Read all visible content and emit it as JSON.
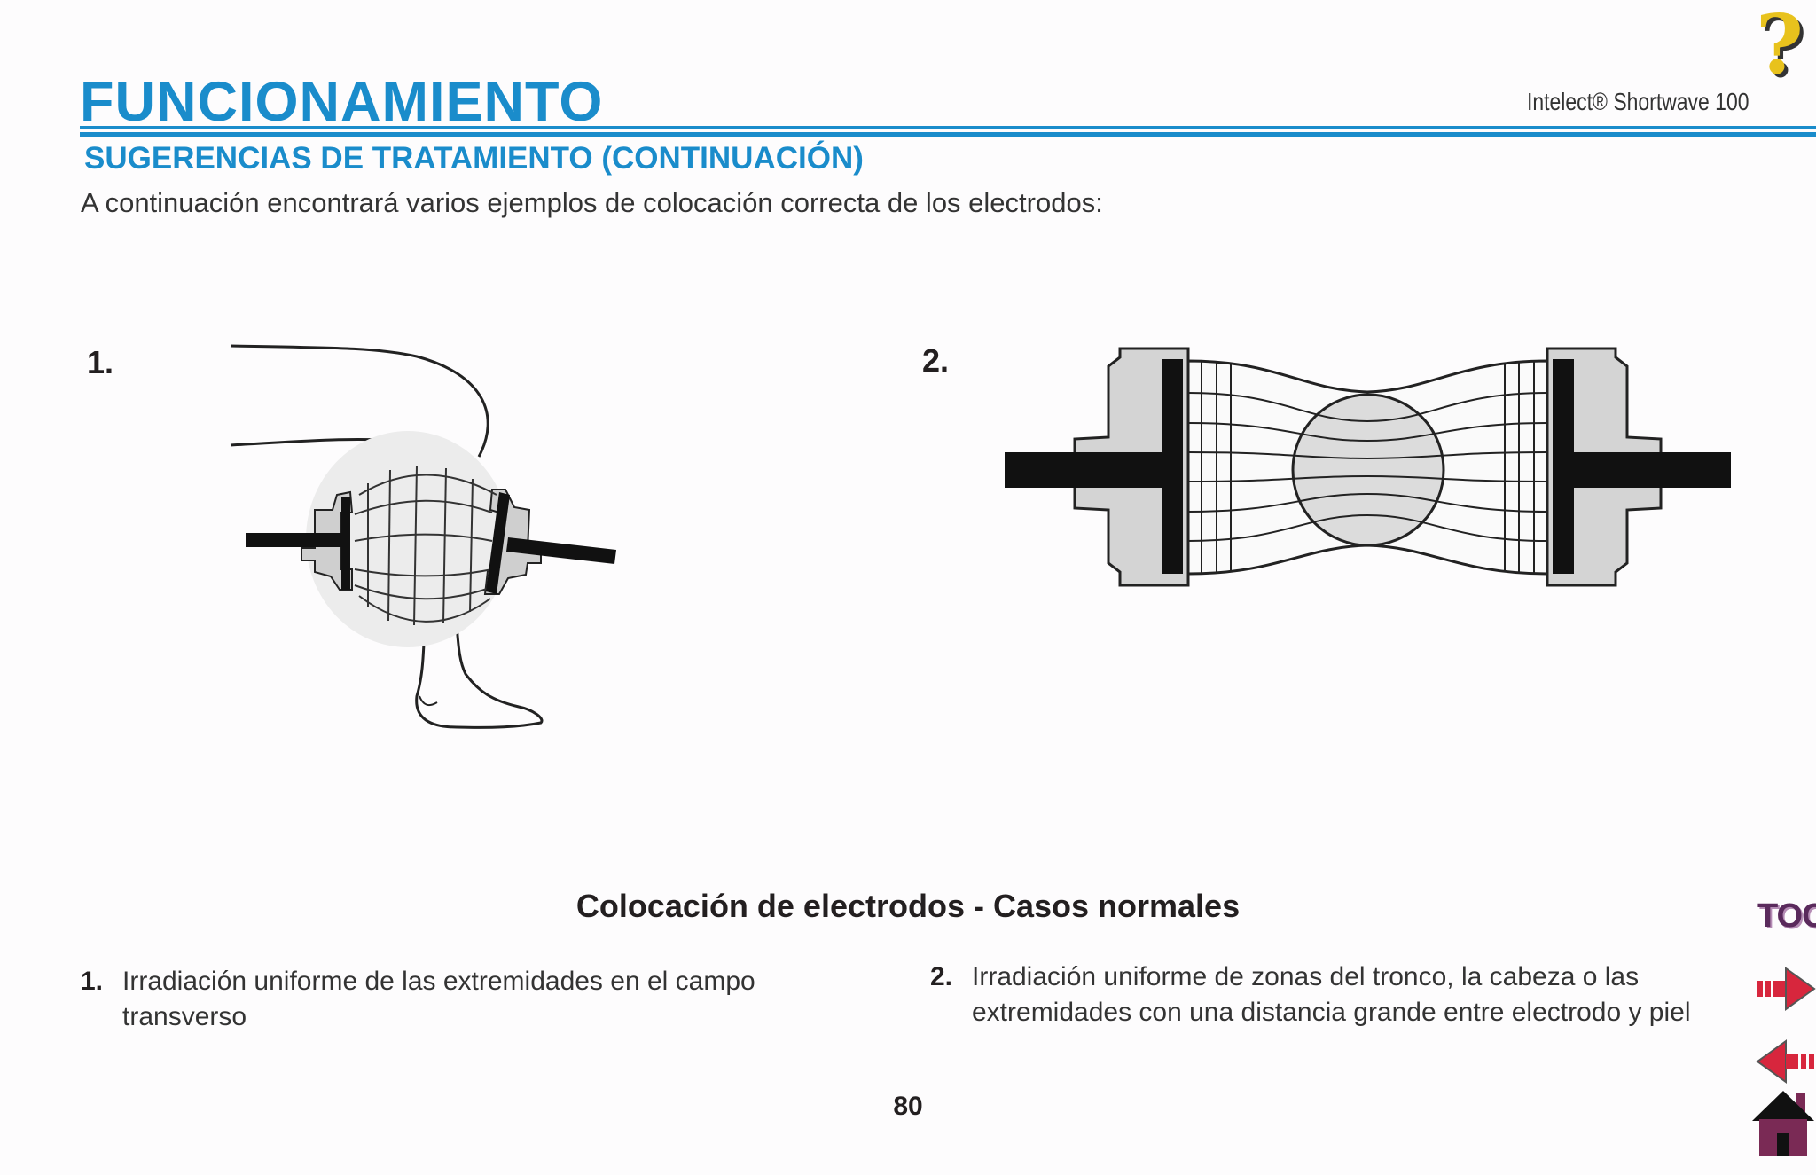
{
  "header": {
    "section_title": "FUNCIONAMIENTO",
    "product_name": "Intelect® Shortwave 100",
    "subtitle": "SUGERENCIAS DE TRATAMIENTO (CONTINUACIÓN)",
    "intro": "A continuación encontrará varios ejemplos de colocación correcta de los electrodos:"
  },
  "figures": [
    {
      "number": "1."
    },
    {
      "number": "2."
    }
  ],
  "caption": "Colocación de electrodos - Casos normales",
  "items": [
    {
      "number": "1.",
      "text": "Irradiación uniforme de las extremidades en el campo transverso"
    },
    {
      "number": "2.",
      "text": "Irradiación uniforme de zonas del tronco, la cabeza o las extremidades con una distancia grande entre electrodo y piel"
    }
  ],
  "page_number": "80",
  "nav": {
    "help_label": "?",
    "toc_label": "TOC",
    "next_icon": "arrow-right-icon",
    "prev_icon": "arrow-left-icon",
    "home_icon": "home-icon"
  },
  "colors": {
    "accent": "#1a8ccb",
    "help": "#e8c21d",
    "toc": "#5a2a5c",
    "arrows": "#d7263d",
    "home": "#7a2a55"
  }
}
